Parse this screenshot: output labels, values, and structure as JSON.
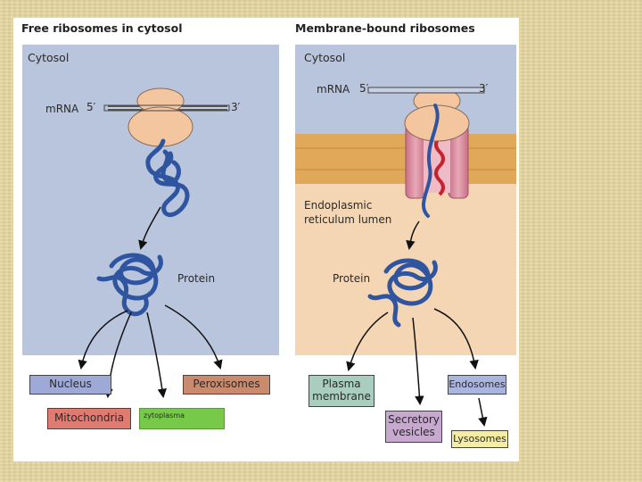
{
  "titles": {
    "left": "Free ribosomes in cytosol",
    "right": "Membrane-bound ribosomes"
  },
  "left_panel": {
    "cytosol": "Cytosol",
    "mrna": "mRNA",
    "five_prime": "5′",
    "three_prime": "3′",
    "protein": "Protein"
  },
  "right_panel": {
    "cytosol": "Cytosol",
    "mrna": "mRNA",
    "five_prime": "5′",
    "three_prime": "3′",
    "er_lumen_line1": "Endoplasmic",
    "er_lumen_line2": "reticulum lumen",
    "protein": "Protein"
  },
  "destinations": {
    "nucleus": "Nucleus",
    "peroxisomes": "Peroxisomes",
    "mitochondria": "Mitochondria",
    "cytoplasma": "zytoplasma",
    "plasma_membrane_1": "Plasma",
    "plasma_membrane_2": "membrane",
    "endosomes": "Endosomes",
    "secretory_1": "Secretory",
    "secretory_2": "vesicles",
    "lysosomes": "Lysosomes"
  },
  "colors": {
    "left_bg": "#b9c4dd",
    "right_bg": "#f4d6b4",
    "membrane": "#e0a95a",
    "ribosome": "#f3c6a0",
    "protein": "#2f55a0",
    "nucleus_box": "#9eaad5",
    "peroxisomes_box": "#c98a6e",
    "mitochondria_box": "#e07b72",
    "cytoplasma_box": "#77c94a",
    "plasma_box": "#a9cec0",
    "endosomes_box": "#aab5df",
    "secretory_box": "#c7a8cf",
    "lysosomes_box": "#f4eda3"
  }
}
